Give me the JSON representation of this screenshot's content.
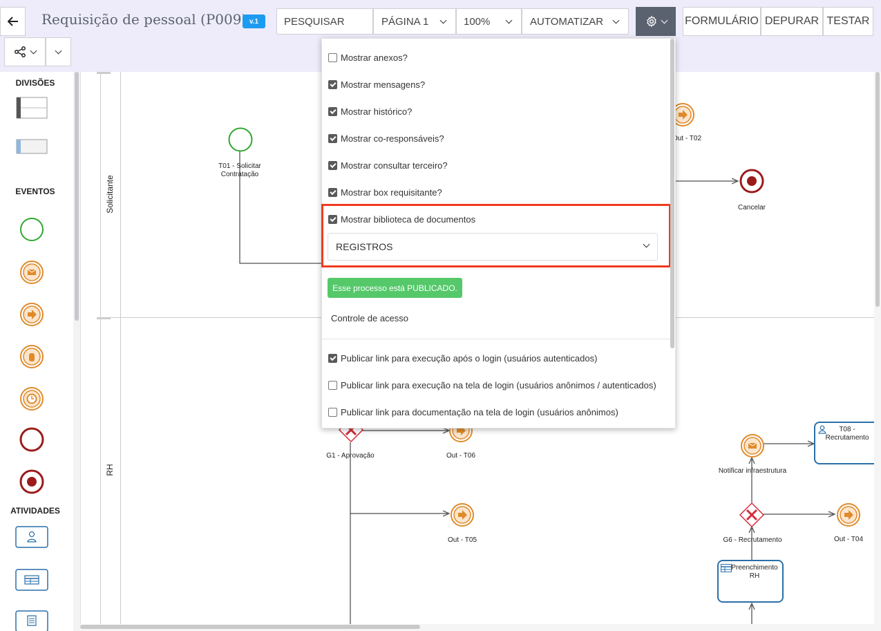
{
  "header": {
    "back_icon": "arrow-left-icon",
    "title": "Requisição de pessoal (P009)",
    "version": "v.1",
    "search_label": "PESQUISAR",
    "page_select": "PÁGINA 1",
    "zoom_select": "100%",
    "automate_select": "AUTOMATIZAR",
    "gear_icon": "gear-icon",
    "form_button": "FORMULÁRIO",
    "debug_button": "DEPURAR",
    "test_button": "TESTAR",
    "share_icon": "share-icon"
  },
  "sidebar": {
    "divisions_label": "DIVISÕES",
    "events_label": "EVENTOS",
    "activities_label": "ATIVIDADES"
  },
  "lanes": {
    "lane1": "Solicitante",
    "lane2": "RH"
  },
  "diagram": {
    "t01": "T01 - Solicitar Contratação",
    "t02": "Out - T02",
    "cancel": "Cancelar",
    "g1": "G1 - Aprovação",
    "out_t06": "Out - T06",
    "out_t05": "Out - T05",
    "notify": "Notificar infraestrutura",
    "t08": "T08 - Recrutamento",
    "g6": "G6 - Recrutamento",
    "out_t04": "Out - T04",
    "rh_fill": "Preenchimento RH"
  },
  "settings": {
    "options": [
      {
        "label": "Mostrar anexos?",
        "checked": false
      },
      {
        "label": "Mostrar mensagens?",
        "checked": true
      },
      {
        "label": "Mostrar histórico?",
        "checked": true
      },
      {
        "label": "Mostrar co-responsáveis?",
        "checked": true
      },
      {
        "label": "Mostrar consultar terceiro?",
        "checked": true
      },
      {
        "label": "Mostrar box requisitante?",
        "checked": true
      },
      {
        "label": "Mostrar biblioteca de documentos",
        "checked": true
      }
    ],
    "library_select": "REGISTROS",
    "published_badge": "Esse processo está PUBLICADO.",
    "access_control": "Controle de acesso",
    "links": [
      {
        "label": "Publicar link para execução após o login (usuários autenticados)",
        "checked": true
      },
      {
        "label": "Publicar link para execução na tela de login (usuários anônimos / autenticados)",
        "checked": false
      },
      {
        "label": "Publicar link para documentação na tela de login (usuários anônimos)",
        "checked": false
      }
    ]
  },
  "colors": {
    "topbar_bg": "#eeecfa",
    "highlight": "#ef3b1f",
    "published": "#55c86a",
    "version_badge": "#1d9bf0",
    "start_event": "#2ea82e",
    "end_event": "#9b1b1b",
    "intermediate_event": "#e08a2a",
    "gateway": "#d42d3a",
    "task": "#2a6fa8"
  }
}
